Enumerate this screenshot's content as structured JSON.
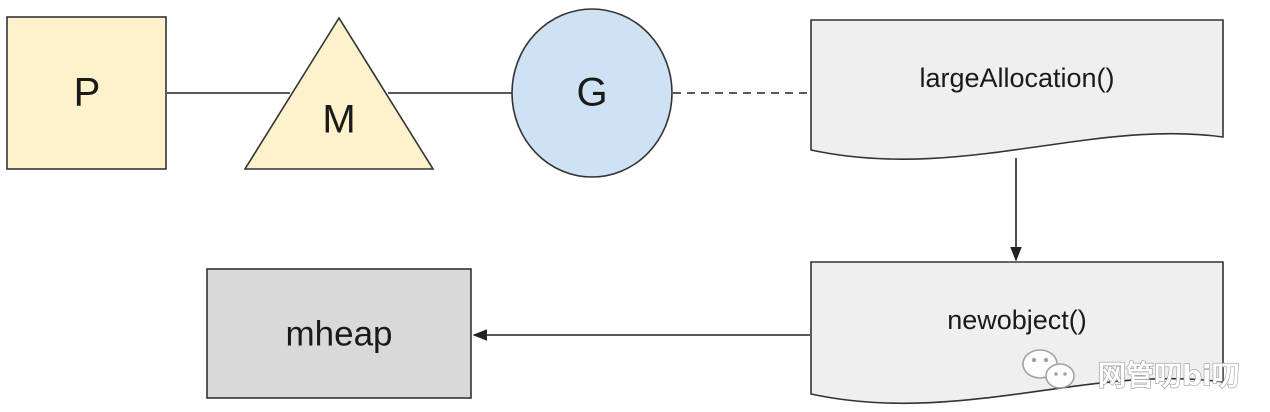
{
  "nodes": {
    "p": {
      "label": "P",
      "fill": "#fdf2cc"
    },
    "m": {
      "label": "M",
      "fill": "#fdf2cc"
    },
    "g": {
      "label": "G",
      "fill": "#cfe2f3"
    },
    "large_allocation": {
      "label": "largeAllocation()",
      "fill": "#efefef"
    },
    "newobject": {
      "label": "newobject()",
      "fill": "#efefef"
    },
    "mheap": {
      "label": "mheap",
      "fill": "#d9d9d9"
    }
  },
  "colors": {
    "stroke": "#333333",
    "edge": "#222222"
  },
  "watermark": {
    "text": "网管叨bi叨",
    "icon": "wechat-icon"
  }
}
